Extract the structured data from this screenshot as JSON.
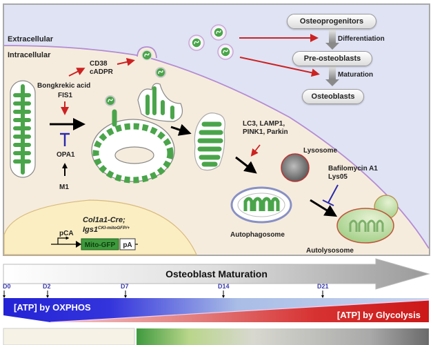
{
  "regions": {
    "extracellular": "Extracellular",
    "intracellular": "Intracellular"
  },
  "stages": [
    {
      "label": "Osteoprogenitors"
    },
    {
      "label": "Pre-osteoblasts"
    },
    {
      "label": "Osteoblasts"
    }
  ],
  "transitions": [
    {
      "label": "Differentiation"
    },
    {
      "label": "Maturation"
    }
  ],
  "labels": {
    "cd38": "CD38",
    "cadpr": "cADPR",
    "bongkrekic": "Bongkrekic acid",
    "fis1": "FIS1",
    "opa1": "OPA1",
    "m1": "M1",
    "lc3_line1": "LC3, LAMP1,",
    "lc3_line2": "PINK1, Parkin",
    "lysosome": "Lysosome",
    "bafilomycin": "Bafilomycin A1",
    "lys05": "Lys05",
    "autophagosome": "Autophagosome",
    "autolysosome": "Autolysosome"
  },
  "construct": {
    "genotype_line1": "Col1a1-Cre;",
    "genotype_line2_base": "Igs1",
    "genotype_line2_sup": "CKI-mitoGFP/+",
    "promoter": "pCA",
    "gene": "Mito-GFP",
    "polyA": "pA"
  },
  "timeline": {
    "title": "Osteoblast Maturation",
    "days": [
      "D0",
      "D2",
      "D7",
      "D14",
      "D21"
    ],
    "oxphos_label": "[ATP] by OXPHOS",
    "glycolysis_label": "[ATP] by Glycolysis"
  },
  "colors": {
    "extracellular_bg": "#dfe3f4",
    "intracellular_bg": "#f6ecdd",
    "nucleus_bg": "#fbeec2",
    "mito_green": "#4aa54a",
    "membrane": "#b48bd4",
    "red_arrow": "#cc2222",
    "inhibit_blue": "#2a2aaa",
    "oxphos_blue": "#2323d6",
    "glycolysis_red": "#d21c1c",
    "day_label": "#3b3bb0"
  }
}
